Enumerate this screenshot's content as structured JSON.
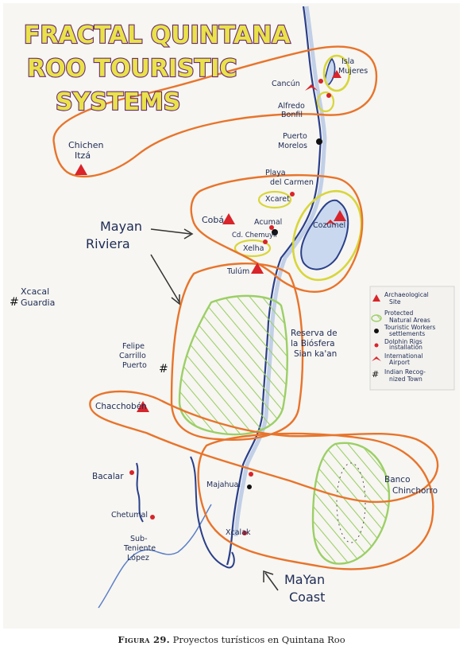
{
  "title": {
    "line1": "FRACTAL QUINTANA",
    "line2": "ROO TOURISTIC",
    "line3": "SYSTEMS"
  },
  "places": {
    "isla_mujeres_1": "Isla",
    "isla_mujeres_2": "Mujeres",
    "cancun": "Cancún",
    "alfredo_1": "Alfredo",
    "alfredo_2": "Bonfil",
    "puerto_1": "Puerto",
    "puerto_2": "Morelos",
    "chichen_1": "Chichen",
    "chichen_2": "Itzá",
    "playa_1": "Playa",
    "playa_2": "del Carmen",
    "xcaret": "Xcaret",
    "coba": "Cobá",
    "cozumel": "Cozumel",
    "akumal": "Acumal",
    "chemuyil": "Cd. Chemuyil",
    "xelha": "Xelha",
    "tulum": "Tulúm",
    "xcacal_1": "Xcacal",
    "xcacal_2": "Guardia",
    "felipe_1": "Felipe",
    "felipe_2": "Carrillo",
    "felipe_3": "Puerto",
    "reserva_1": "Reserva de",
    "reserva_2": "la Biósfera",
    "reserva_3": "Sian ka'an",
    "chacchoben": "Chacchobén",
    "bacalar": "Bacalar",
    "mahahual": "Majahual",
    "chetumal": "Chetumal",
    "subteniente_1": "Sub-",
    "subteniente_2": "Teniente",
    "subteniente_3": "López",
    "xcalak": "Xcalak",
    "banco_1": "Banco",
    "banco_2": "Chinchorro"
  },
  "callouts": {
    "riviera_1": "Mayan",
    "riviera_2": "Riviera",
    "coast_1": "MaYan",
    "coast_2": "Coast"
  },
  "legend": {
    "items": [
      {
        "icon": "archaeological-site-icon",
        "lines": [
          "Archaeological",
          "Site"
        ]
      },
      {
        "icon": "protected-area-icon",
        "lines": [
          "Protected",
          "Natural Areas"
        ]
      },
      {
        "icon": "workers-settlement-icon",
        "lines": [
          "Touristic Workers",
          "settlements"
        ]
      },
      {
        "icon": "dolphin-installation-icon",
        "lines": [
          "Dolphin Rigs",
          "installation"
        ]
      },
      {
        "icon": "airport-icon",
        "lines": [
          "International",
          "Airport"
        ]
      },
      {
        "icon": "indian-town-icon",
        "lines": [
          "Indian Recog-",
          "nized Town"
        ]
      }
    ]
  },
  "caption": {
    "label": "Figura 29.",
    "text": "Proyectos turísticos en Quintana Roo"
  },
  "colors": {
    "orange": "#e8742b",
    "yellow": "#d8d63a",
    "green": "#9ccf66",
    "blue": "#1d2a55",
    "red": "#d8242a",
    "title_fill": "#e9e24a",
    "title_outline": "#6b2a6e"
  }
}
